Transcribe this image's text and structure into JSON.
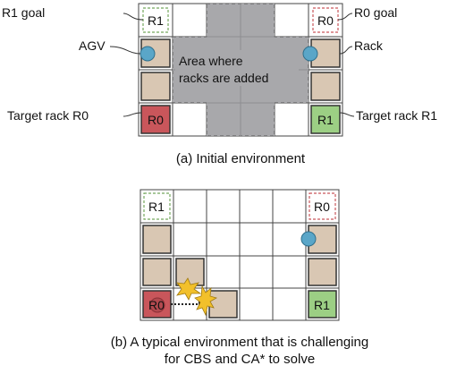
{
  "panel_a": {
    "caption": "(a) Initial environment",
    "annotations": {
      "r1_goal": "R1 goal",
      "r0_goal": "R0 goal",
      "agv": "AGV",
      "rack": "Rack",
      "target_rack_r0": "Target rack R0",
      "target_rack_r1": "Target rack R1"
    },
    "area_text_line1": "Area where",
    "area_text_line2": "racks are added",
    "grid_labels": {
      "goal_r1": "R1",
      "goal_r0": "R0",
      "target_r0": "R0",
      "target_r1": "R1"
    }
  },
  "panel_b": {
    "caption_line1": "(b) A typical environment that is challenging",
    "caption_line2": "for CBS and CA* to solve",
    "grid_labels": {
      "goal_r1": "R1",
      "goal_r0": "R0",
      "target_r0": "R0",
      "target_r1": "R1"
    }
  },
  "colors": {
    "rack": "#d9c7b3",
    "target_r0": "#c9565b",
    "target_r1": "#9ccf84",
    "agv": "#5aa6c8",
    "added_area": "#a8a8ab",
    "goal_r1_border": "#74a85e",
    "goal_r0_border": "#c9565b",
    "collision": "#f2c02b"
  }
}
